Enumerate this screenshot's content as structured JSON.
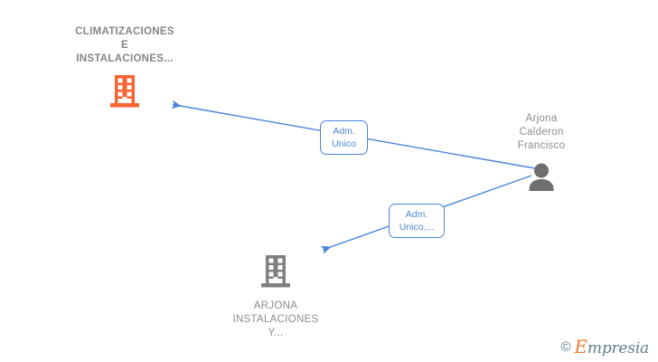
{
  "diagram": {
    "title": "Company relationship graph",
    "background": "#ffffff",
    "edge_color": "#4a86d8",
    "company_primary_color": "#fa6432",
    "company_secondary_color": "#808080",
    "person_color": "#6e6e6e",
    "nodes": [
      {
        "id": "company-primary",
        "type": "company",
        "icon": "building-icon",
        "label": "CLIMATIZACIONES\nE\nINSTALACIONES...",
        "color": "#fa6432",
        "label_position": "above"
      },
      {
        "id": "person",
        "type": "person",
        "icon": "person-icon",
        "label": "Arjona\nCalderon\nFrancisco",
        "color": "#6e6e6e",
        "label_position": "above"
      },
      {
        "id": "company-secondary",
        "type": "company",
        "icon": "building-icon",
        "label": "ARJONA\nINSTALACIONES\nY...",
        "color": "#808080",
        "label_position": "below"
      }
    ],
    "edges": [
      {
        "id": "edge-1",
        "from": "person",
        "to": "company-primary",
        "label": "Adm.\nUnico",
        "arrow": "to"
      },
      {
        "id": "edge-2",
        "from": "person",
        "to": "company-secondary",
        "label": "Adm.\nUnico,...",
        "arrow": "to"
      }
    ]
  },
  "watermark": {
    "copyright": "©",
    "brand_initial": "E",
    "brand_rest": "mpresia"
  }
}
